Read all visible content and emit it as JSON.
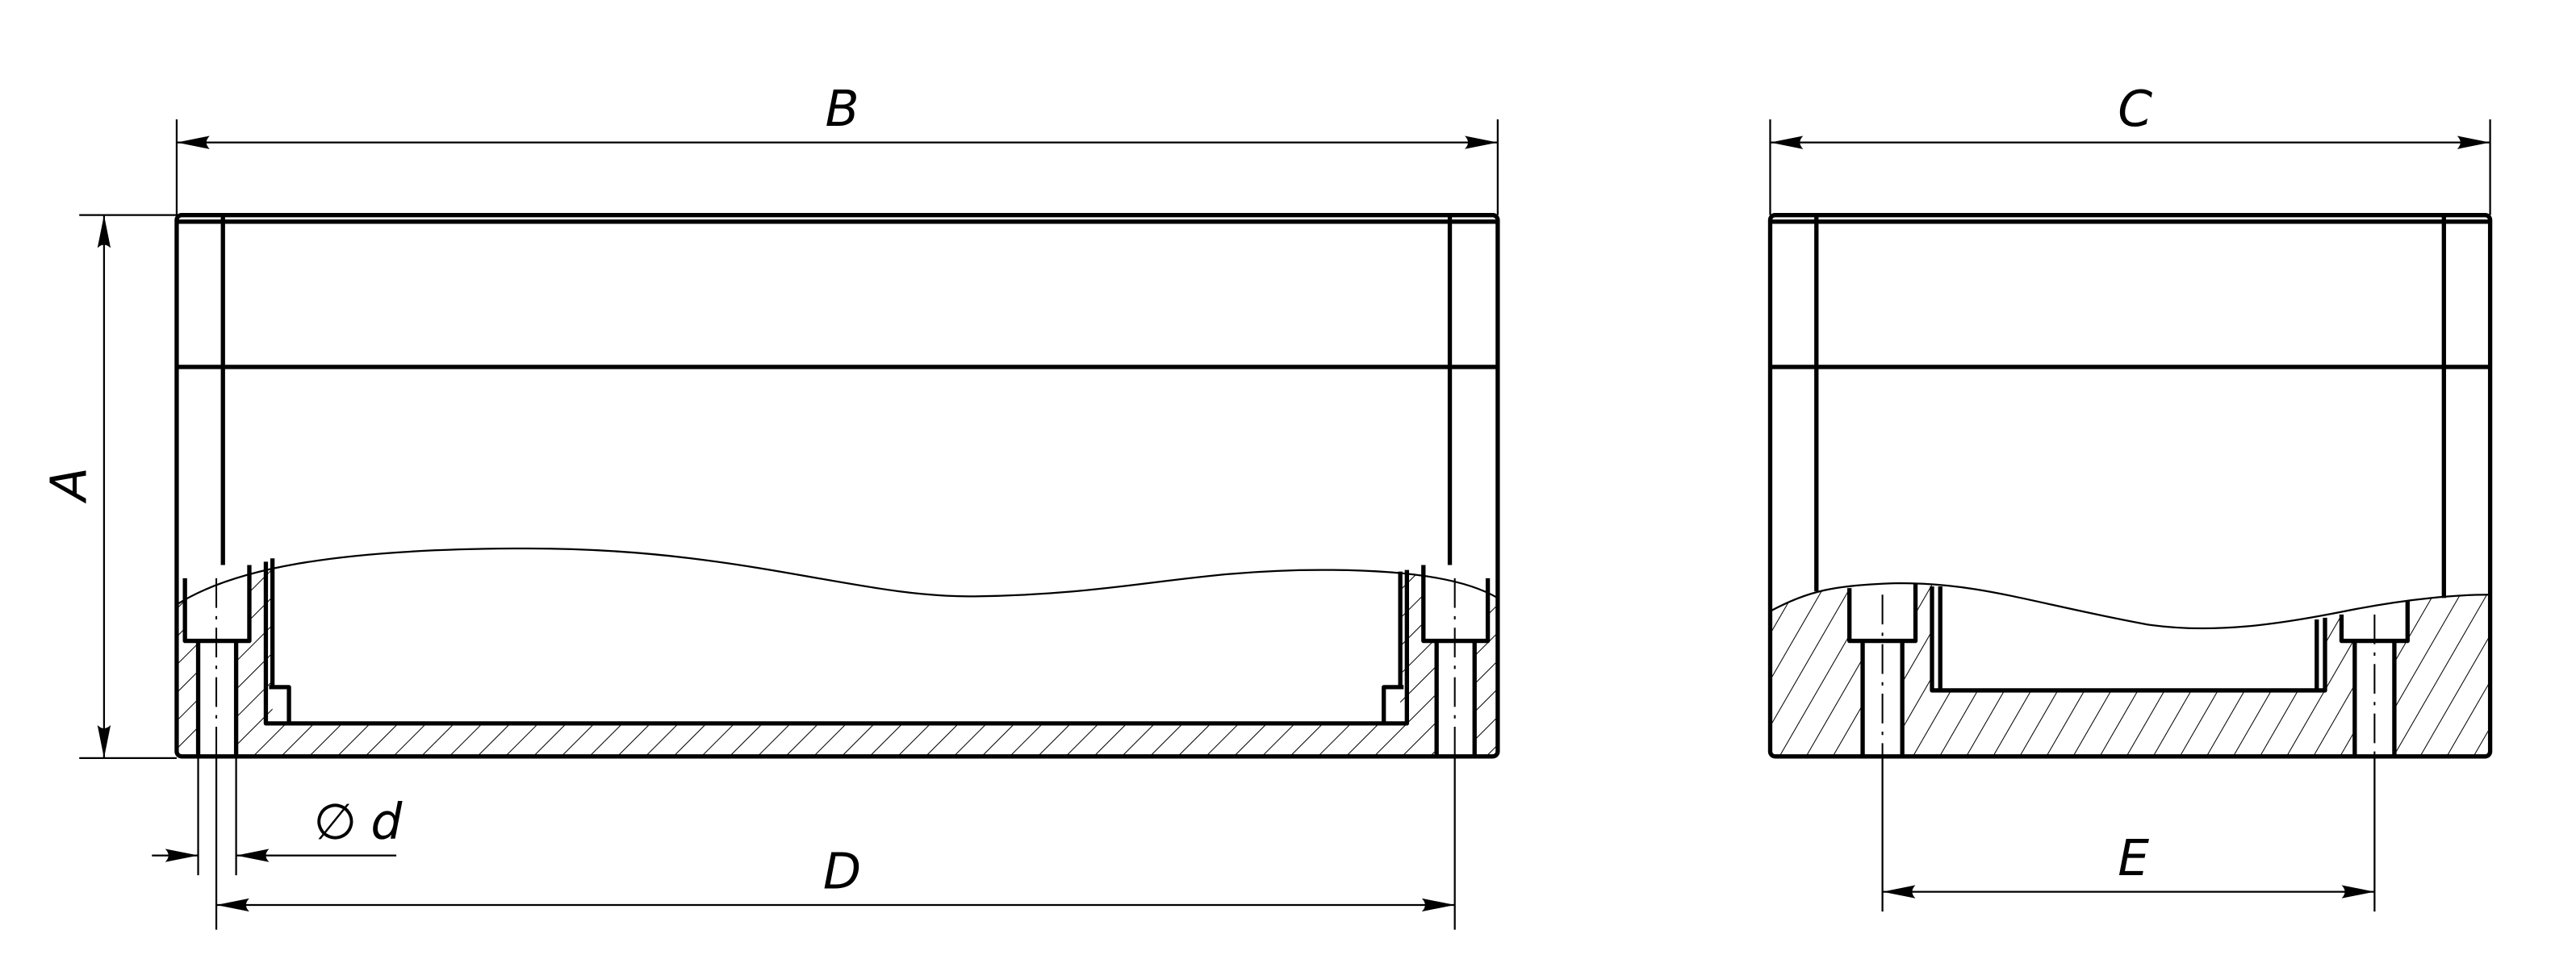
{
  "drawing": {
    "dimensions": {
      "height_label": "A",
      "front_width_label": "B",
      "side_width_label": "C",
      "front_hole_spacing_label": "D",
      "side_hole_spacing_label": "E",
      "hole_diameter_symbol": "∅",
      "hole_diameter_label": "d"
    },
    "colors": {
      "line": "#000000",
      "background": "#ffffff"
    }
  }
}
